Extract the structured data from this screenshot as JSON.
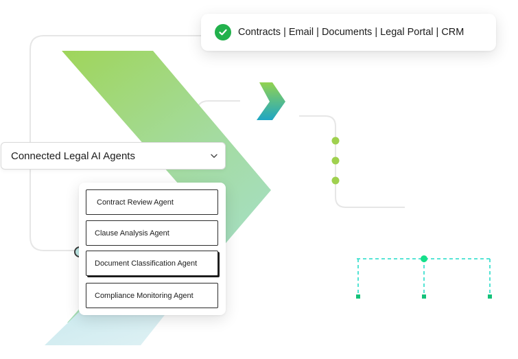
{
  "integrations": {
    "text": "Contracts | Email | Documents | Legal Portal | CRM",
    "status_icon": "check-circle-icon",
    "status_color": "#22b14c"
  },
  "agents_selector": {
    "label": "Connected Legal AI Agents",
    "icon": "chevron-down-icon"
  },
  "agents": [
    {
      "label": "Contract Review Agent"
    },
    {
      "label": "Clause Analysis Agent"
    },
    {
      "label": "Document Classification Agent"
    },
    {
      "label": "Compliance Monitoring Agent"
    }
  ],
  "colors": {
    "brand_green": "#9fd55a",
    "brand_teal": "#2fb7c4",
    "node_green": "#9fd04e",
    "connector_cyan": "#3fe0d0",
    "node_emerald": "#15e08a",
    "line_gray": "#e3e3e3"
  }
}
